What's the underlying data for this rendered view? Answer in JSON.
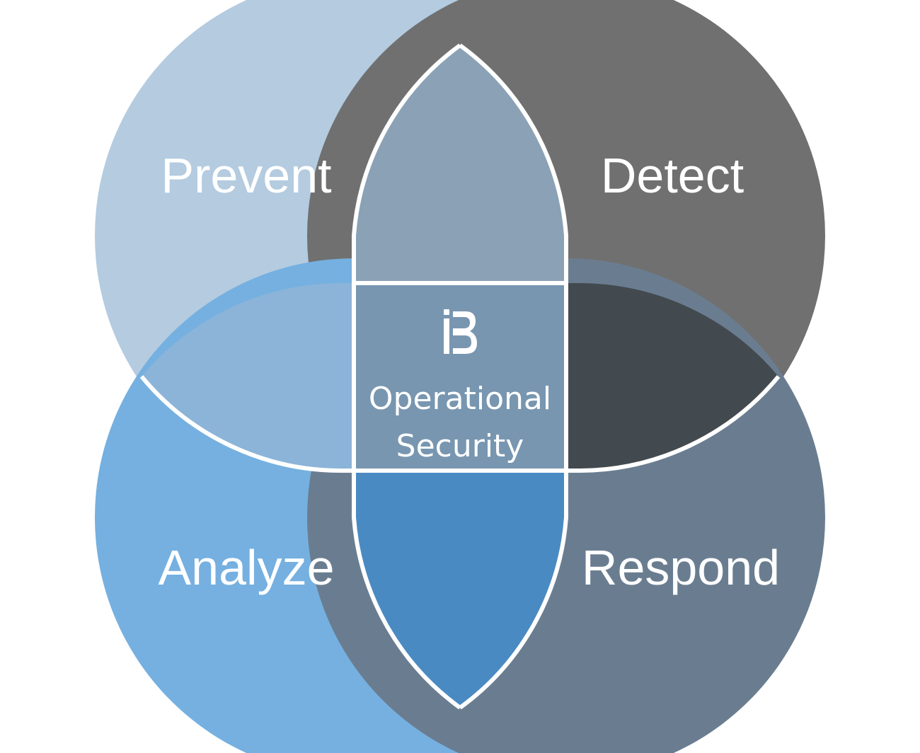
{
  "quadrants": {
    "prevent": {
      "label": "Prevent",
      "color": "#B4CBE0"
    },
    "detect": {
      "label": "Detect",
      "color": "#707070"
    },
    "analyze": {
      "label": "Analyze",
      "color": "#75B0E0"
    },
    "respond": {
      "label": "Respond",
      "color": "#6A7D90"
    }
  },
  "overlaps": {
    "prevent_detect": {
      "color": "#8BA1B5"
    },
    "prevent_analyze": {
      "color": "#8BB4D8"
    },
    "detect_respond": {
      "color": "#434A4F"
    },
    "analyze_respond": {
      "color": "#4A8AC2"
    },
    "center": {
      "color": "#7896B0"
    }
  },
  "center": {
    "logo": "ib-logo",
    "line1": "Operational",
    "line2": "Security"
  }
}
